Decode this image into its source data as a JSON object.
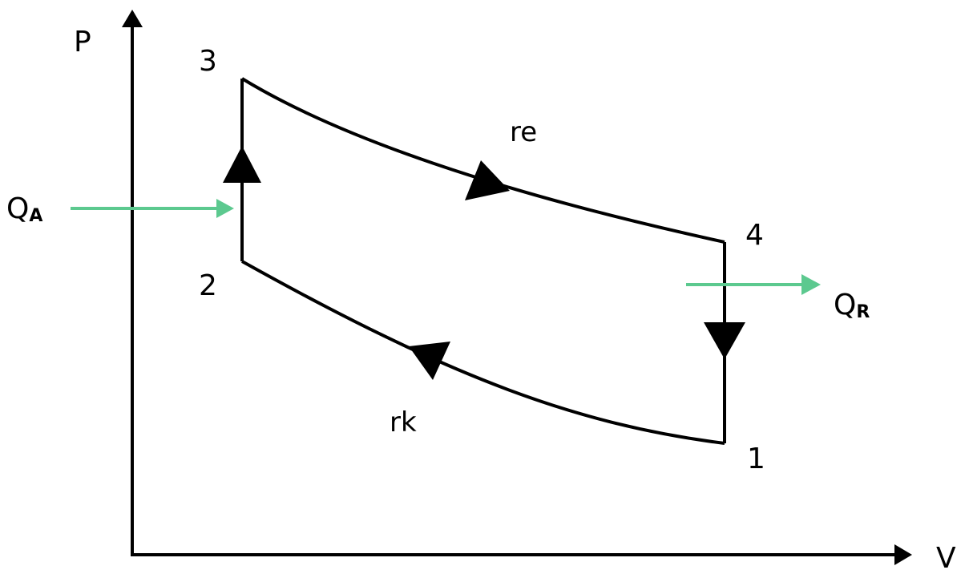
{
  "axes": {
    "y_label": "P",
    "x_label": "V"
  },
  "points": {
    "p1": "1",
    "p2": "2",
    "p3": "3",
    "p4": "4"
  },
  "processes": {
    "expansion": "re",
    "compression": "rk"
  },
  "heat": {
    "added": {
      "symbol": "Q",
      "subscript": "A"
    },
    "rejected": {
      "symbol": "Q",
      "subscript": "R"
    }
  },
  "colors": {
    "line": "#000000",
    "heat_arrow": "#5cc98f"
  }
}
